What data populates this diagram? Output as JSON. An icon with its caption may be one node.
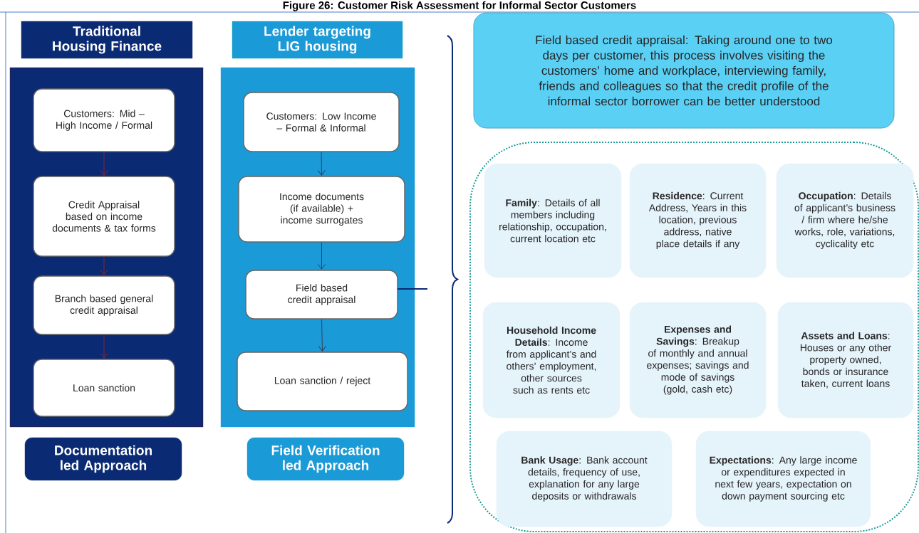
{
  "diagram": {
    "title": "Figure 26: Customer Risk Assessment for Informal Sector Customers",
    "nodes": [
      {
        "text": [
          "Traditional Housing Finance"
        ]
      },
      {
        "text": [],
        "shape": "box"
      },
      {
        "text": [
          "Customers: Mid – High Income / Formal"
        ],
        "in": 1
      },
      {
        "text": [
          "Credit Appraisal based on income documents & tax forms"
        ],
        "in": 1
      },
      {
        "text": [
          "Branch based general credit appraisal"
        ],
        "in": 1
      },
      {
        "text": [
          "Loan sanction"
        ],
        "in": 1
      },
      {
        "text": [
          "Documentation led Approach"
        ]
      },
      {
        "text": [
          "Lender targeting LIG housing"
        ]
      },
      {
        "text": [],
        "shape": "box"
      },
      {
        "text": [
          "Customers: Low Income – Formal & Informal"
        ],
        "in": 8
      },
      {
        "text": [
          "Income documents (if available) + income surrogates"
        ],
        "in": 8
      },
      {
        "text": [
          "Field based credit appraisal"
        ],
        "in": 8
      },
      {
        "text": [
          "Loan sanction / reject"
        ],
        "in": 8
      },
      {
        "text": [
          "Field Verification led Approach"
        ]
      },
      {
        "text": [
          "Field based credit appraisal: Taking around one to two days per customer, this process involves visiting the customers’ home and workplace, interviewing family, friends and colleagues so that the credit profile of the informal sector borrower can be better understood"
        ]
      },
      {
        "text": [],
        "shape": "box"
      },
      {
        "text": [
          "**Family**: Details of all members including relationship, occupation, current location etc"
        ],
        "in": 15
      },
      {
        "text": [
          "**Residence**: Current Address, Years in this location, previous address, native place details if any"
        ],
        "in": 15
      },
      {
        "text": [
          "**Occupation**: Details of applicant’s business / firm where he/she works, role, variations, cyclicality etc"
        ],
        "in": 15
      },
      {
        "text": [
          "**Household Income Details**: Income from applicant’s and others’ employment, other sources such as rents etc"
        ],
        "in": 15
      },
      {
        "text": [
          "**Expenses and Savings**: Breakup of monthly and annual expenses; savings and mode of savings (gold, cash etc)"
        ],
        "in": 15
      },
      {
        "text": [
          "**Assets and Loans**: Houses or any other property owned, bonds or insurance taken, current loans"
        ],
        "in": 15
      },
      {
        "text": [
          "**Bank Usage**: Bank account details, frequency of use, explanation for any large deposits or withdrawals"
        ],
        "in": 15
      },
      {
        "text": [
          "**Expectations**: Any large income or expenditures expected in next few years, expectation on down payment sourcing etc"
        ],
        "in": 15
      }
    ],
    "edges": [
      {
        "from": 2,
        "to": 3,
        "arrow": "to",
        "color": "#8b2332"
      },
      {
        "from": 3,
        "to": 4,
        "arrow": "to",
        "color": "#8b2332"
      },
      {
        "from": 4,
        "to": 5,
        "arrow": "to",
        "color": "#8b2332"
      },
      {
        "from": 9,
        "to": 10,
        "arrow": "to",
        "color": "#3a3f5c"
      },
      {
        "from": 10,
        "to": 11,
        "arrow": "to",
        "color": "#3a3f5c"
      },
      {
        "from": 11,
        "to": 12,
        "arrow": "to",
        "color": "#3a3f5c"
      }
    ]
  }
}
